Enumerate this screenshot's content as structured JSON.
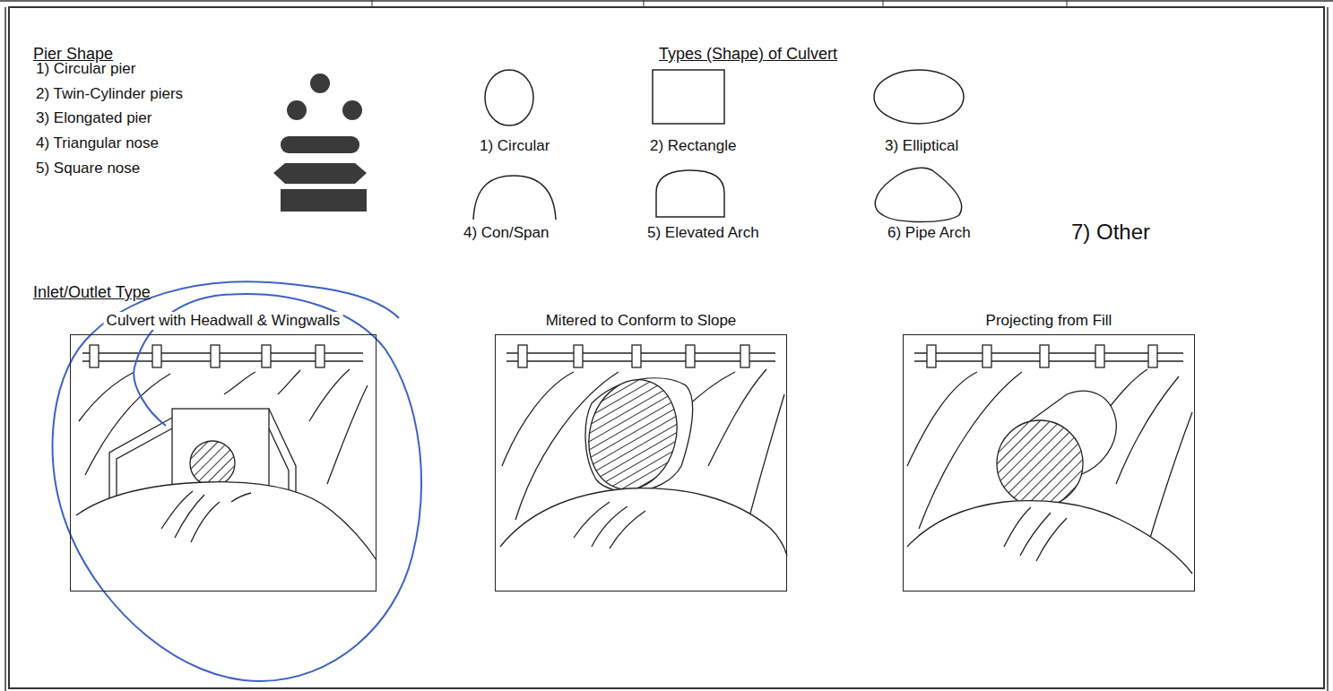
{
  "diagram": {
    "nodes": [
      {
        "text": [
          "Culvert with Headwall & Wingwalls"
        ]
      },
      {
        "text": [
          "Mitered to Conform to Slope"
        ]
      },
      {
        "text": [
          "Projecting from Fill"
        ]
      }
    ],
    "labels": [
      "Pier Shape",
      "1) Circular pier",
      "2) Twin-Cylinder piers",
      "3) Elongated pier",
      "4) Triangular nose",
      "5) Square nose",
      "Types (Shape) of Culvert",
      "1) Circular",
      "2) Rectangle",
      "3) Elliptical",
      "4) Con/Span",
      "5) Elevated Arch",
      "6) Pipe Arch",
      "7) Other",
      "Inlet/Outlet Type"
    ]
  }
}
